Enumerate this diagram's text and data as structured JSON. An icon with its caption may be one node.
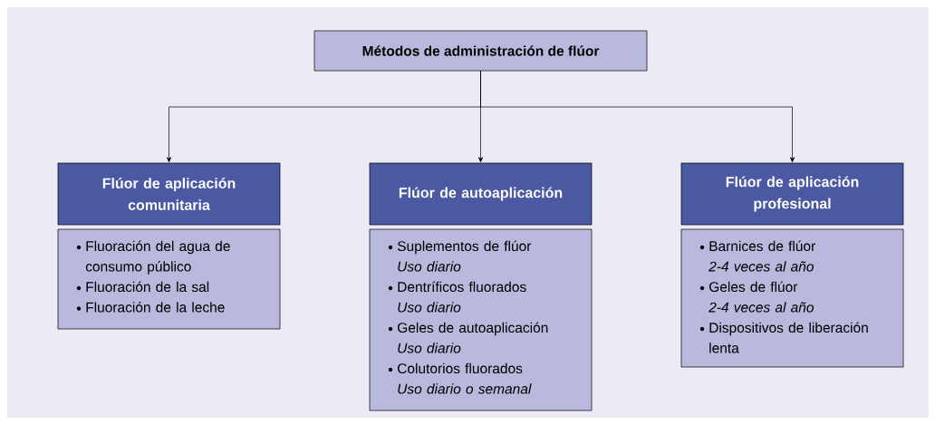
{
  "diagram": {
    "nodes": [
      {
        "text": [
          "Métodos de administración de flúor"
        ]
      },
      {
        "text": [
          "Flúor de aplicación comunitaria"
        ]
      },
      {
        "text": [
          "Flúor de autoaplicación"
        ]
      },
      {
        "text": [
          "Flúor de aplicación profesional"
        ]
      },
      {
        "text": [
          "Fluoración del agua de consumo público",
          "Fluoración de la sal",
          "Fluoración de la leche"
        ]
      },
      {
        "text": [
          "Suplementos de flúor",
          "Uso diario",
          "Dentríficos fluorados",
          "Uso diario",
          "Geles de autoaplicación",
          "Uso diario",
          "Colutorios fluorados",
          "Uso diario o semanal"
        ]
      },
      {
        "text": [
          "Barnices de flúor",
          "2-4 veces al año",
          "Geles de flúor",
          "2-4 veces al año",
          "Dispositivos de liberación lenta"
        ]
      }
    ],
    "edges": [
      {
        "from": 0,
        "to": 1,
        "arrow": "to"
      },
      {
        "from": 0,
        "to": 2,
        "arrow": "to"
      },
      {
        "from": 0,
        "to": 3,
        "arrow": "to"
      }
    ]
  }
}
